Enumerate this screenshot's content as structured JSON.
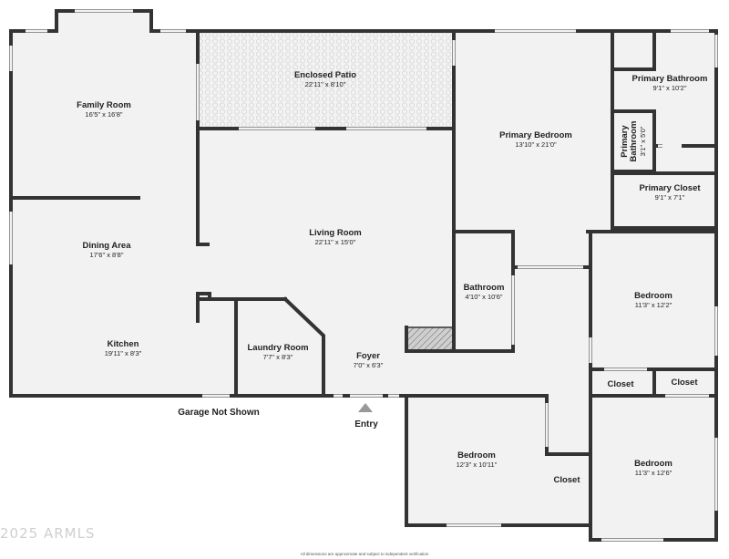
{
  "rooms": {
    "family_room": {
      "name": "Family Room",
      "dims": "16'5\" x 16'8\""
    },
    "enclosed_patio": {
      "name": "Enclosed Patio",
      "dims": "22'11\" x 8'10\""
    },
    "primary_bedroom": {
      "name": "Primary Bedroom",
      "dims": "13'10\" x 21'0\""
    },
    "primary_bathroom": {
      "name": "Primary Bathroom",
      "dims": "9'1\" x 10'2\""
    },
    "primary_bathroom_small": {
      "name_line1": "Primary",
      "name_line2": "Bathroom",
      "dims": "3'1\" x 5'0\""
    },
    "primary_closet": {
      "name": "Primary Closet",
      "dims": "9'1\" x 7'1\""
    },
    "dining_area": {
      "name": "Dining Area",
      "dims": "17'6\" x 8'8\""
    },
    "living_room": {
      "name": "Living Room",
      "dims": "22'11\" x 15'0\""
    },
    "bathroom": {
      "name": "Bathroom",
      "dims": "4'10\" x 10'6\""
    },
    "bedroom_right_top": {
      "name": "Bedroom",
      "dims": "11'3\" x 12'2\""
    },
    "kitchen": {
      "name": "Kitchen",
      "dims": "19'11\" x 8'3\""
    },
    "laundry_room": {
      "name": "Laundry Room",
      "dims": "7'7\" x 8'3\""
    },
    "foyer": {
      "name": "Foyer",
      "dims": "7'0\" x 6'3\""
    },
    "closet_a": {
      "name": "Closet"
    },
    "closet_b": {
      "name": "Closet"
    },
    "closet_c": {
      "name": "Closet"
    },
    "bedroom_bottom_mid": {
      "name": "Bedroom",
      "dims": "12'3\" x 10'11\""
    },
    "bedroom_bottom_right": {
      "name": "Bedroom",
      "dims": "11'3\" x 12'6\""
    }
  },
  "labels": {
    "garage": "Garage Not Shown",
    "entry": "Entry"
  },
  "watermark": "2025 ARMLS",
  "disclaimer": "All dimensions are approximate and subject to independent verification",
  "colors": {
    "wall": "#333333",
    "floor": "#f2f2f2",
    "patio": "#ededed",
    "window": "#bbbbbb",
    "entry_marker": "#999999"
  }
}
